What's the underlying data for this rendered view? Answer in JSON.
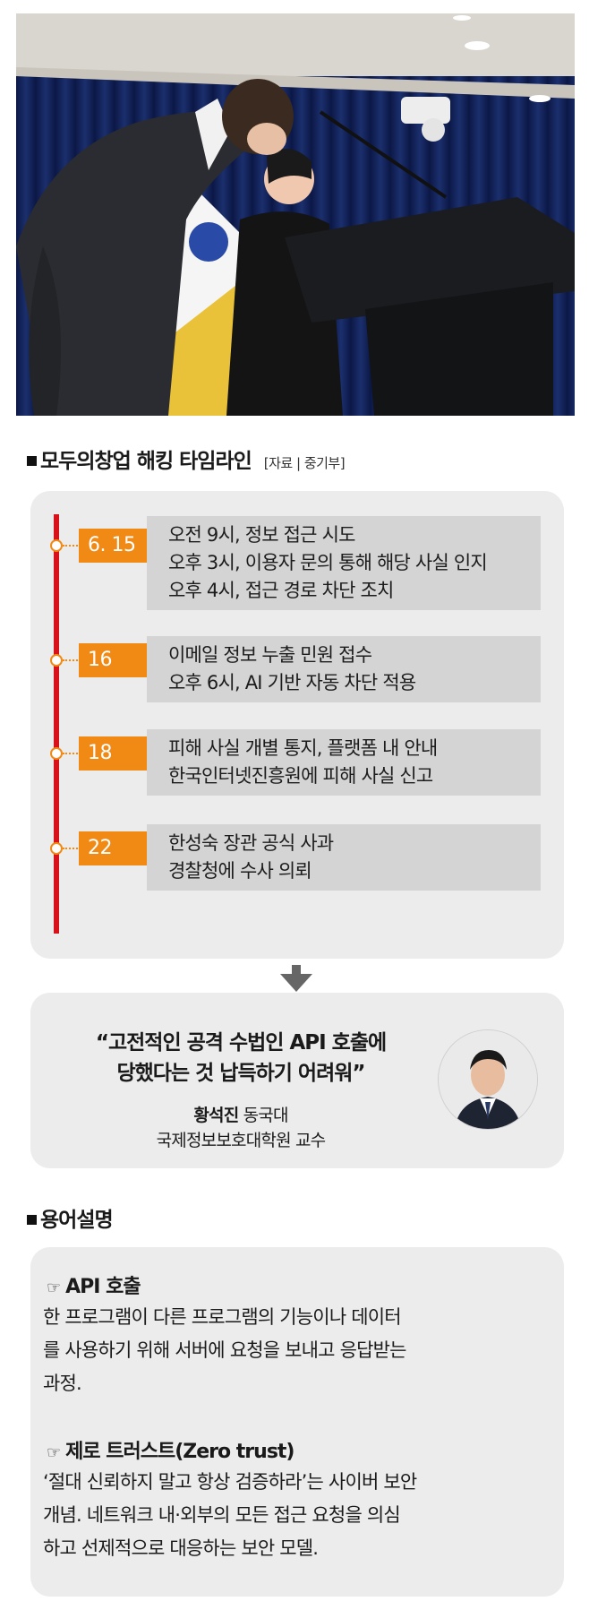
{
  "timeline_section": {
    "title": "모두의창업 해킹 타임라인",
    "source": "[자료 | 중기부]",
    "entries": [
      {
        "date": "6. 15",
        "lines": [
          "오전 9시, 정보 접근 시도",
          "오후 3시, 이용자 문의 통해 해당 사실 인지",
          "오후 4시, 접근 경로 차단 조치"
        ]
      },
      {
        "date": "16",
        "lines": [
          "이메일 정보 누출 민원 접수",
          "오후 6시, AI 기반 자동 차단 적용"
        ]
      },
      {
        "date": "18",
        "lines": [
          "피해 사실 개별 통지, 플랫폼 내 안내",
          "한국인터넷진흥원에 피해 사실 신고"
        ]
      },
      {
        "date": "22",
        "lines": [
          "한성숙 장관 공식 사과",
          "경찰청에 수사 의뢰"
        ]
      }
    ]
  },
  "quote": {
    "line1": "“고전적인 공격 수법인 API 호출에",
    "line2": "당했다는 것 납득하기 어려워”",
    "name": "황석진",
    "school": "동국대",
    "affiliation": "국제정보보호대학원 교수"
  },
  "glossary": {
    "title": "용어설명",
    "terms": [
      {
        "term": "API 호출",
        "desc": [
          "한 프로그램이 다른 프로그램의 기능이나 데이터",
          "를 사용하기 위해 서버에 요청을 보내고 응답받는",
          "과정."
        ]
      },
      {
        "term": "제로 트러스트(Zero trust)",
        "desc": [
          "‘절대 신뢰하지 말고 항상 검증하라’는 사이버 보안",
          "개념. 네트워크 내·외부의 모든 접근 요청을 의심",
          "하고 선제적으로 대응하는 보안 모델."
        ]
      }
    ]
  },
  "colors": {
    "accent": "#f08a14",
    "timeline_line": "#d8121a",
    "panel": "#ececec"
  }
}
